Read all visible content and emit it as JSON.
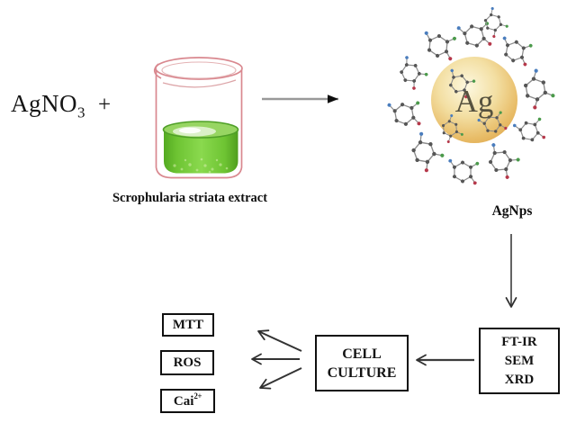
{
  "figure": {
    "type": "nanoparticle-synthesis-scheme",
    "background": "#ffffff"
  },
  "colors": {
    "beaker_outline": "#d9888f",
    "liquid_green": "#63bf2b",
    "liquid_surface": "#97d562",
    "sphere_gold": "#e0a84f",
    "sphere_highlight": "#fdf8e0",
    "arrow_gray": "#999999",
    "arrow_dark": "#333333",
    "box_border": "#101010",
    "text": "#141414",
    "ag_label_color": "#57523f",
    "molecule_gray": "#8b8b8b"
  },
  "scheme": {
    "reagent": {
      "formula_base": "AgNO",
      "formula_subscript": "3",
      "plus_sign": "+"
    },
    "extract_caption": "Scrophularia striata extract",
    "nanoparticle": {
      "core_label": "Ag",
      "product_label": "AgNps"
    },
    "characterization_box": {
      "line1": "FT-IR",
      "line2": "SEM",
      "line3": "XRD"
    },
    "cell_culture_box": {
      "line1": "CELL",
      "line2": "CULTURE"
    },
    "assay_boxes": [
      {
        "label": "MTT"
      },
      {
        "label": "ROS"
      },
      {
        "label_base": "Cai",
        "label_sup": "2+"
      }
    ]
  }
}
